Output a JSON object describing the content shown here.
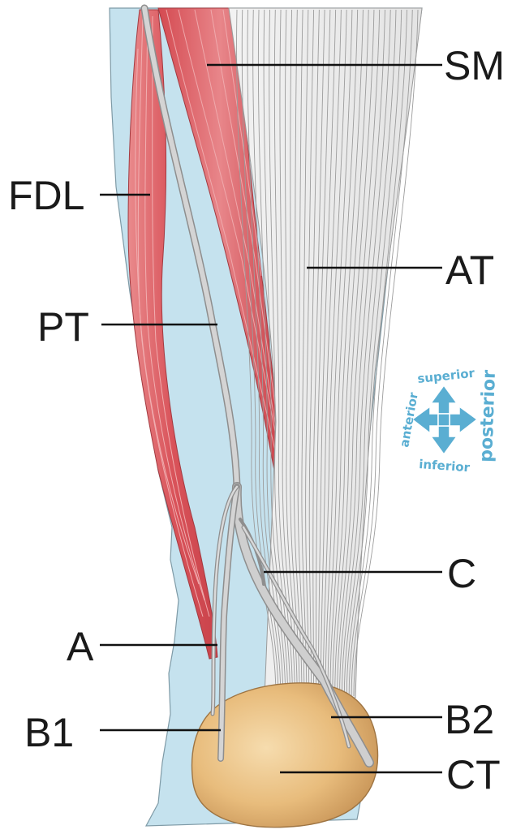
{
  "labels": {
    "sm": "SM",
    "fdl": "FDL",
    "at": "AT",
    "pt": "PT",
    "c": "C",
    "a": "A",
    "b1": "B1",
    "b2": "B2",
    "ct": "CT"
  },
  "compass": {
    "superior": "superior",
    "inferior": "inferior",
    "anterior": "anterior",
    "posterior": "posterior",
    "arrow_color": "#5aaed2"
  },
  "colors": {
    "background_tissue": "#c5e2ee",
    "muscle": "#d9535a",
    "tendon": "#eeeeee",
    "bone": "#e7b978"
  }
}
